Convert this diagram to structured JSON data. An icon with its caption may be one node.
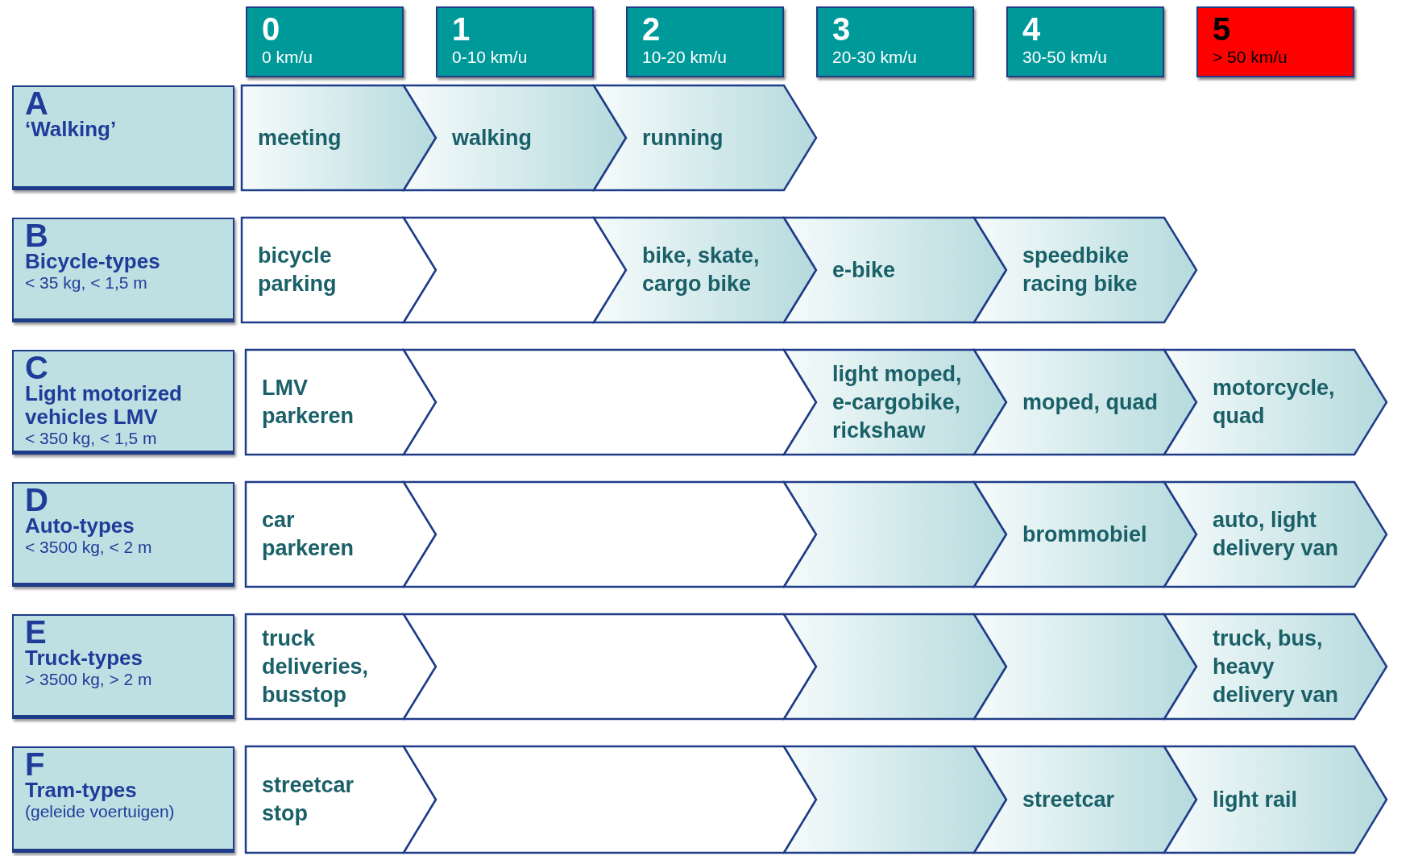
{
  "diagram": {
    "nodes": [
      {
        "text": [
          "0",
          "0 km/u"
        ]
      },
      {
        "text": [
          "1",
          "0-10 km/u"
        ]
      },
      {
        "text": [
          "2",
          "10-20 km/u"
        ]
      },
      {
        "text": [
          "3",
          "20-30 km/u"
        ]
      },
      {
        "text": [
          "4",
          "30-50 km/u"
        ]
      },
      {
        "text": [
          "5",
          "> 50 km/u"
        ]
      },
      {
        "text": [
          "A",
          "‘Walking’"
        ]
      },
      {
        "text": [
          "meeting"
        ]
      },
      {
        "text": [
          "walking"
        ]
      },
      {
        "text": [
          "running"
        ]
      },
      {
        "text": [
          "B",
          "Bicycle-types",
          "< 35 kg, < 1,5 m"
        ]
      },
      {
        "text": [
          "bicycle parking"
        ]
      },
      {
        "text": [],
        "shape": "chevron"
      },
      {
        "text": [
          "bike, skate, cargo bike"
        ]
      },
      {
        "text": [
          "e-bike"
        ]
      },
      {
        "text": [
          "speedbike racing bike"
        ]
      },
      {
        "text": [
          "C",
          "Light motorized vehicles LMV",
          "< 350 kg, < 1,5 m"
        ]
      },
      {
        "text": [
          "LMV parkeren"
        ]
      },
      {
        "text": [],
        "shape": "chevron"
      },
      {
        "text": [
          "light moped, e-cargobike, rickshaw"
        ]
      },
      {
        "text": [
          "moped, quad"
        ]
      },
      {
        "text": [
          "motorcycle, quad"
        ]
      },
      {
        "text": [
          "D",
          "Auto-types",
          "< 3500 kg, < 2 m"
        ]
      },
      {
        "text": [
          "car parkeren"
        ]
      },
      {
        "text": [],
        "shape": "chevron"
      },
      {
        "text": [],
        "shape": "chevron"
      },
      {
        "text": [
          "brommobiel"
        ]
      },
      {
        "text": [
          "auto, light delivery van"
        ]
      },
      {
        "text": [
          "E",
          "Truck-types",
          "> 3500 kg, > 2 m"
        ]
      },
      {
        "text": [
          "truck deliveries, busstop"
        ]
      },
      {
        "text": [],
        "shape": "chevron"
      },
      {
        "text": [],
        "shape": "chevron"
      },
      {
        "text": [],
        "shape": "chevron"
      },
      {
        "text": [
          "truck, bus, heavy delivery van"
        ]
      },
      {
        "text": [
          "F",
          "Tram-types",
          "(geleide voertuigen)"
        ]
      },
      {
        "text": [
          "streetcar stop"
        ]
      },
      {
        "text": [],
        "shape": "chevron"
      },
      {
        "text": [],
        "shape": "chevron"
      },
      {
        "text": [
          "streetcar"
        ]
      },
      {
        "text": [
          "light rail"
        ]
      }
    ]
  }
}
